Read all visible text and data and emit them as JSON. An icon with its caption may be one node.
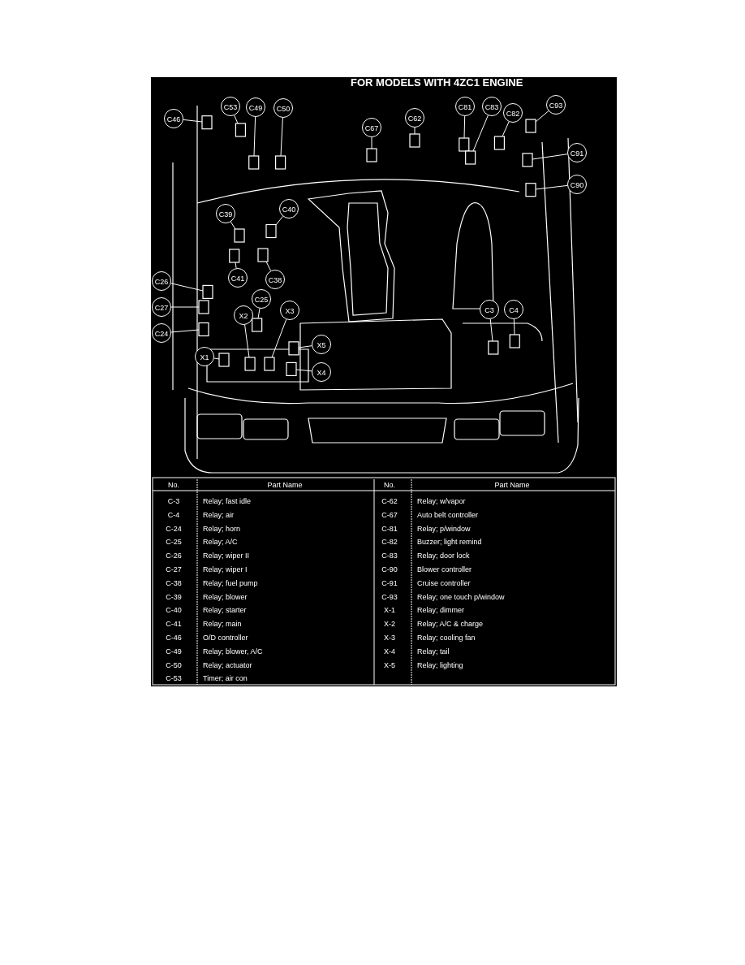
{
  "diagram": {
    "title": "FOR MODELS WITH 4ZC1 ENGINE",
    "nodes": [
      {
        "text": [
          "C46"
        ]
      },
      {
        "text": [
          "C53"
        ]
      },
      {
        "text": [
          "C49"
        ]
      },
      {
        "text": [
          "C50"
        ]
      },
      {
        "text": [
          "C67"
        ]
      },
      {
        "text": [
          "C62"
        ]
      },
      {
        "text": [
          "C81"
        ]
      },
      {
        "text": [
          "C83"
        ]
      },
      {
        "text": [
          "C82"
        ]
      },
      {
        "text": [
          "C93"
        ]
      },
      {
        "text": [
          "C91"
        ]
      },
      {
        "text": [
          "C90"
        ]
      },
      {
        "text": [
          "C39"
        ]
      },
      {
        "text": [
          "C40"
        ]
      },
      {
        "text": [
          "C41"
        ]
      },
      {
        "text": [
          "C38"
        ]
      },
      {
        "text": [
          "C26"
        ]
      },
      {
        "text": [
          "C27"
        ]
      },
      {
        "text": [
          "C24"
        ]
      },
      {
        "text": [
          "C25"
        ]
      },
      {
        "text": [
          "X2"
        ]
      },
      {
        "text": [
          "X3"
        ]
      },
      {
        "text": [
          "X5"
        ]
      },
      {
        "text": [
          "X4"
        ]
      },
      {
        "text": [
          "X1"
        ]
      },
      {
        "text": [
          "C3"
        ]
      },
      {
        "text": [
          "C4"
        ]
      },
      {
        "text": [],
        "shape": "box"
      },
      {
        "text": [],
        "shape": "box"
      },
      {
        "text": [],
        "shape": "box"
      },
      {
        "text": [],
        "shape": "box"
      },
      {
        "text": [],
        "shape": "box"
      },
      {
        "text": [],
        "shape": "box"
      },
      {
        "text": [],
        "shape": "box"
      },
      {
        "text": [],
        "shape": "box"
      },
      {
        "text": [],
        "shape": "box"
      },
      {
        "text": [],
        "shape": "box"
      },
      {
        "text": [],
        "shape": "box"
      },
      {
        "text": [],
        "shape": "box"
      },
      {
        "text": [],
        "shape": "box"
      },
      {
        "text": [],
        "shape": "box"
      },
      {
        "text": [],
        "shape": "box"
      },
      {
        "text": [],
        "shape": "box"
      },
      {
        "text": [],
        "shape": "box"
      },
      {
        "text": [],
        "shape": "box"
      },
      {
        "text": [],
        "shape": "box"
      },
      {
        "text": [],
        "shape": "box"
      },
      {
        "text": [],
        "shape": "box"
      },
      {
        "text": [],
        "shape": "box"
      },
      {
        "text": [],
        "shape": "box"
      },
      {
        "text": [],
        "shape": "box"
      },
      {
        "text": [],
        "shape": "box"
      },
      {
        "text": [],
        "shape": "box"
      },
      {
        "text": [],
        "shape": "box"
      }
    ],
    "edges": [
      {
        "from": 0,
        "to": 27,
        "arrow": "none"
      },
      {
        "from": 1,
        "to": 28,
        "arrow": "none"
      },
      {
        "from": 2,
        "to": 29,
        "arrow": "none"
      },
      {
        "from": 3,
        "to": 30,
        "arrow": "none"
      },
      {
        "from": 4,
        "to": 31,
        "arrow": "none"
      },
      {
        "from": 5,
        "to": 32,
        "arrow": "none"
      },
      {
        "from": 6,
        "to": 33,
        "arrow": "none"
      },
      {
        "from": 7,
        "to": 34,
        "arrow": "none"
      },
      {
        "from": 8,
        "to": 35,
        "arrow": "none"
      },
      {
        "from": 9,
        "to": 36,
        "arrow": "none"
      },
      {
        "from": 10,
        "to": 37,
        "arrow": "none"
      },
      {
        "from": 11,
        "to": 38,
        "arrow": "none"
      },
      {
        "from": 12,
        "to": 39,
        "arrow": "none"
      },
      {
        "from": 13,
        "to": 40,
        "arrow": "none"
      },
      {
        "from": 14,
        "to": 41,
        "arrow": "none"
      },
      {
        "from": 15,
        "to": 42,
        "arrow": "none"
      },
      {
        "from": 16,
        "to": 43,
        "arrow": "none"
      },
      {
        "from": 17,
        "to": 44,
        "arrow": "none"
      },
      {
        "from": 18,
        "to": 45,
        "arrow": "none"
      },
      {
        "from": 19,
        "to": 46,
        "arrow": "none"
      },
      {
        "from": 20,
        "to": 47,
        "arrow": "none"
      },
      {
        "from": 21,
        "to": 48,
        "arrow": "none"
      },
      {
        "from": 22,
        "to": 49,
        "arrow": "none"
      },
      {
        "from": 23,
        "to": 50,
        "arrow": "none"
      },
      {
        "from": 24,
        "to": 51,
        "arrow": "none"
      },
      {
        "from": 25,
        "to": 52,
        "arrow": "none"
      },
      {
        "from": 26,
        "to": 53,
        "arrow": "none"
      }
    ],
    "labels": [
      "No.",
      "Part Name",
      "No.",
      "Part Name",
      "C-3",
      "Relay; fast idle",
      "C-62",
      "Relay; w/vapor",
      "C-4",
      "Relay; air",
      "C-67",
      "Auto belt controller",
      "C-24",
      "Relay; horn",
      "C-81",
      "Relay; p/window",
      "C-25",
      "Relay; A/C",
      "C-82",
      "Buzzer; light remind",
      "C-26",
      "Relay; wiper II",
      "C-83",
      "Relay; door lock",
      "C-27",
      "Relay; wiper I",
      "C-90",
      "Blower controller",
      "C-38",
      "Relay; fuel pump",
      "C-91",
      "Cruise controller",
      "C-39",
      "Relay; blower",
      "C-93",
      "Relay; one touch p/window",
      "C-40",
      "Relay; starter",
      "X-1",
      "Relay; dimmer",
      "C-41",
      "Relay; main",
      "X-2",
      "Relay; A/C & charge",
      "C-46",
      "O/D controller",
      "X-3",
      "Relay; cooling fan",
      "C-49",
      "Relay; blower, A/C",
      "X-4",
      "Relay; tail",
      "C-50",
      "Relay; actuator",
      "X-5",
      "Relay; lighting",
      "C-53",
      "Timer; air con"
    ]
  }
}
